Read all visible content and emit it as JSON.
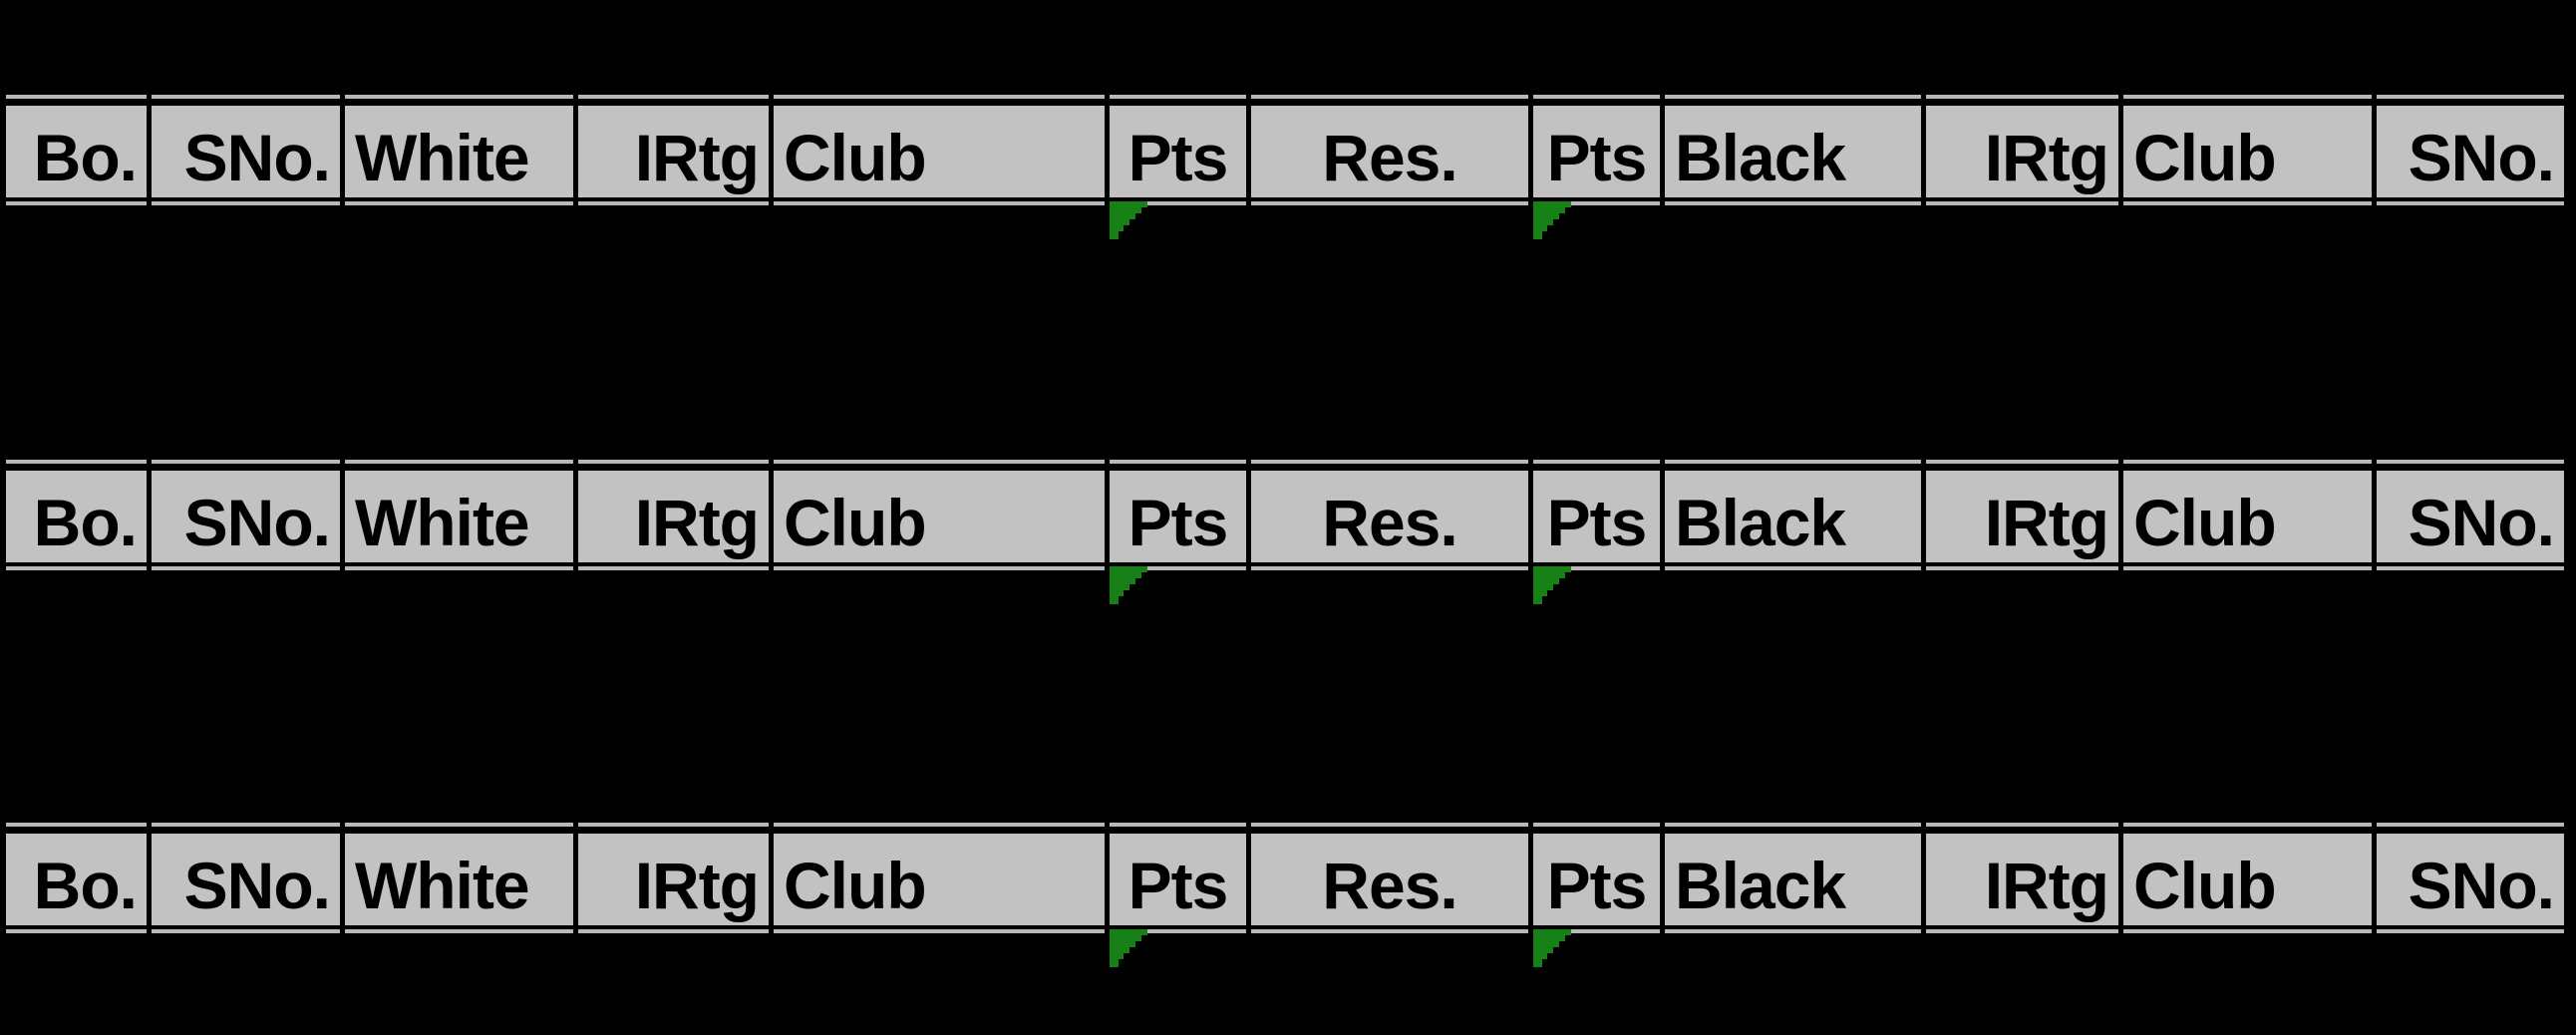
{
  "page": {
    "background_color": "#000000"
  },
  "pairings_table": {
    "header_rows_count": 3,
    "columns": [
      {
        "label": "Bo.",
        "align": "right",
        "sorted": false
      },
      {
        "label": "SNo.",
        "align": "right",
        "sorted": false
      },
      {
        "label": "White",
        "align": "left",
        "sorted": false
      },
      {
        "label": "IRtg",
        "align": "right",
        "sorted": false
      },
      {
        "label": "Club",
        "align": "left",
        "sorted": false
      },
      {
        "label": "Pts",
        "align": "center",
        "sorted": true
      },
      {
        "label": "Res.",
        "align": "center",
        "sorted": false
      },
      {
        "label": "Pts",
        "align": "center",
        "sorted": true
      },
      {
        "label": "Black",
        "align": "left",
        "sorted": false
      },
      {
        "label": "IRtg",
        "align": "right",
        "sorted": false
      },
      {
        "label": "Club",
        "align": "left",
        "sorted": false
      },
      {
        "label": "SNo.",
        "align": "right",
        "sorted": false
      }
    ],
    "colors": {
      "header_cell_bg": "#C2C2C2",
      "row_border_line": "#B8B8B8",
      "cell_divider": "#000000",
      "header_text": "#000000",
      "sort_indicator_green": "#178017"
    }
  }
}
